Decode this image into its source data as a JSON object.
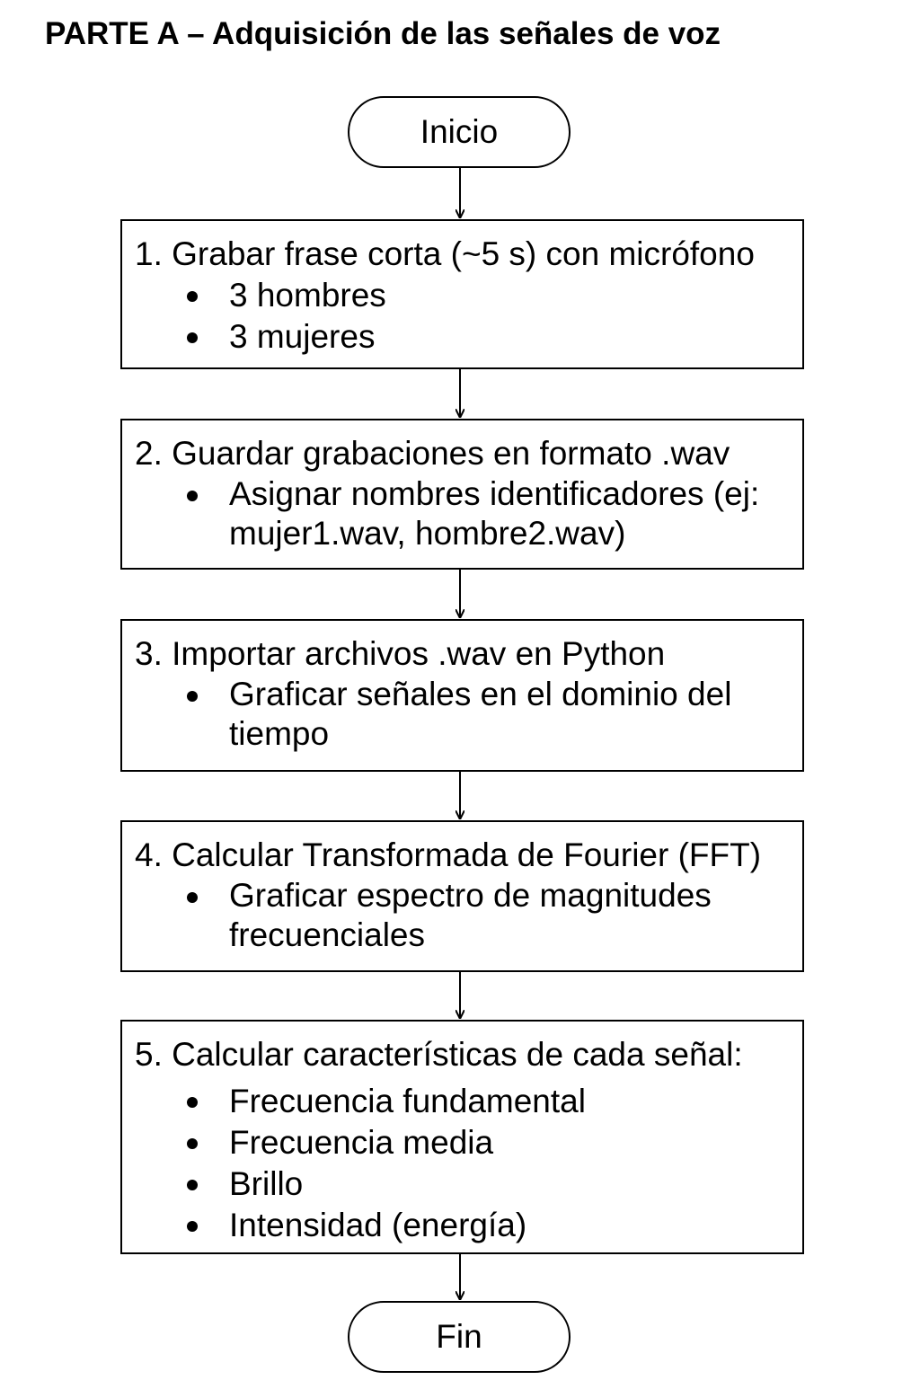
{
  "title": "PARTE A – Adquisición de las señales de voz",
  "start_label": "Inicio",
  "end_label": "Fin",
  "steps": [
    {
      "title": "1. Grabar frase corta (~5 s) con micrófono",
      "bullets": [
        "3 hombres",
        "3 mujeres"
      ]
    },
    {
      "title": "2. Guardar grabaciones en formato .wav",
      "bullets": [
        "Asignar nombres identificadores (ej: mujer1.wav, hombre2.wav)"
      ]
    },
    {
      "title": "3. Importar archivos .wav en Python",
      "bullets": [
        "Graficar señales en el dominio del tiempo"
      ]
    },
    {
      "title": "4. Calcular Transformada de Fourier (FFT)",
      "bullets": [
        "Graficar espectro de magnitudes frecuenciales"
      ]
    },
    {
      "title": "5. Calcular características de cada señal:",
      "bullets": [
        "Frecuencia fundamental",
        "Frecuencia media",
        "Brillo",
        "Intensidad (energía)"
      ]
    }
  ]
}
